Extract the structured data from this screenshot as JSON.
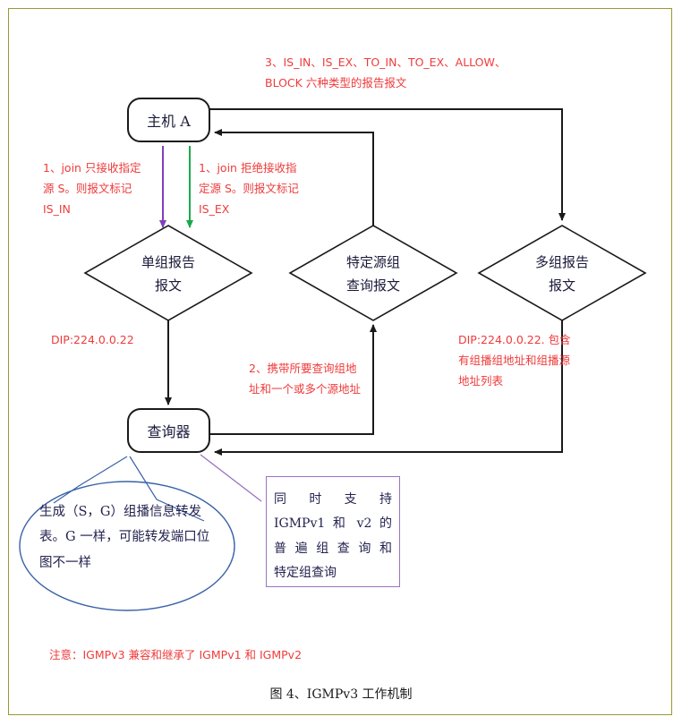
{
  "caption": "图 4、IGMPv3 工作机制",
  "nodes": {
    "host": "主机 A",
    "querier": "查询器",
    "diamond_single": "单组报告\n报文",
    "diamond_single_l1": "单组报告",
    "diamond_single_l2": "报文",
    "diamond_specific_l1": "特定源组",
    "diamond_specific_l2": "查询报文",
    "diamond_multi_l1": "多组报告",
    "diamond_multi_l2": "报文"
  },
  "annotations": {
    "top_note_l1": "3、IS_IN、IS_EX、TO_IN、TO_EX、ALLOW、",
    "top_note_l2": "BLOCK 六种类型的报告报文",
    "left_isin": "1、join 只接收指定源 S。则报文标记 IS_IN",
    "right_isex": "1、join 拒绝接收指定源 S。则报文标记 IS_EX",
    "dip_left": "DIP:224.0.0.22",
    "query_carry": "2、携带所要查询组地址和一个或多个源地址",
    "dip_right": "DIP:224.0.0.22. 包含有组播组地址和组播源地址列表",
    "bottom_note": "注意：IGMPv3 兼容和继承了 IGMPv1 和 IGMPv2"
  },
  "callouts": {
    "ellipse_text": "生成（S，G）组播信息转发表。G 一样，可能转发端口位图不一样",
    "purple_box_l1": "同时支持",
    "purple_box_l2": "IGMPv1 和 v2 的",
    "purple_box_l3": "普遍组查询和",
    "purple_box_l4": "特定组查询"
  },
  "colors": {
    "frame": "#9a9a32",
    "red": "#ef3b3b",
    "green": "#1aa84a",
    "purple_arrow": "#7f3fbf",
    "purple_box_border": "#9b72c0",
    "ellipse_border": "#3a62a8",
    "line": "#1a1a1a",
    "text_dark": "#232350"
  }
}
